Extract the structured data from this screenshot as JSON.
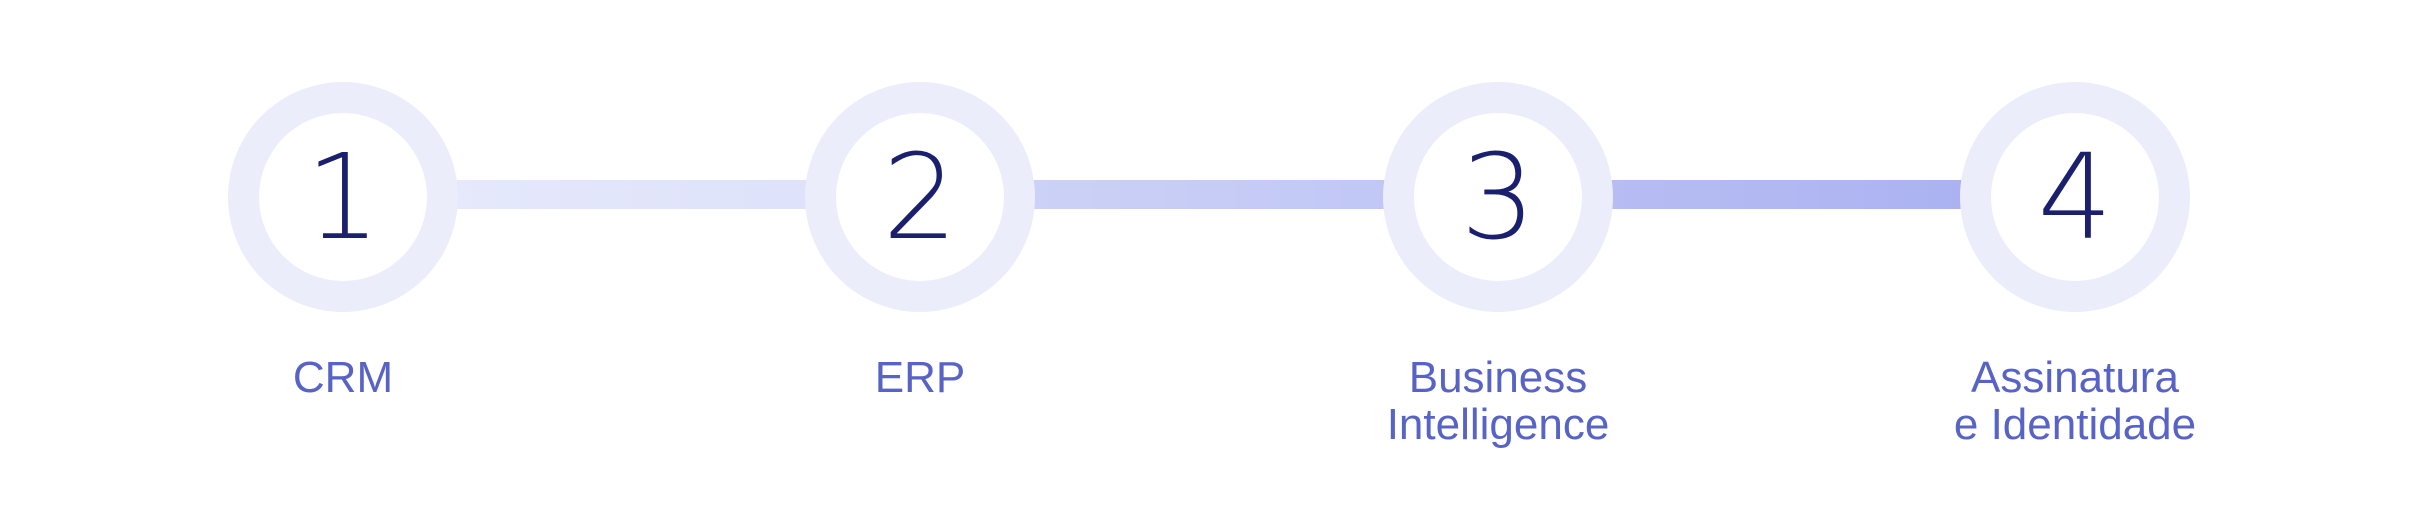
{
  "colors": {
    "ring": "#ebedfb",
    "number": "#1a1f6e",
    "label": "#5863c6",
    "connector_1": [
      "#e6e9fb",
      "#dde1fa"
    ],
    "connector_2": [
      "#cdd2f7",
      "#c0c6f5"
    ],
    "connector_3": [
      "#b8bef3",
      "#aab1f1"
    ]
  },
  "steps": [
    {
      "number": "1",
      "label_lines": [
        "CRM"
      ]
    },
    {
      "number": "2",
      "label_lines": [
        "ERP"
      ]
    },
    {
      "number": "3",
      "label_lines": [
        "Business",
        "Intelligence"
      ]
    },
    {
      "number": "4",
      "label_lines": [
        "Assinatura",
        "e Identidade"
      ]
    }
  ]
}
